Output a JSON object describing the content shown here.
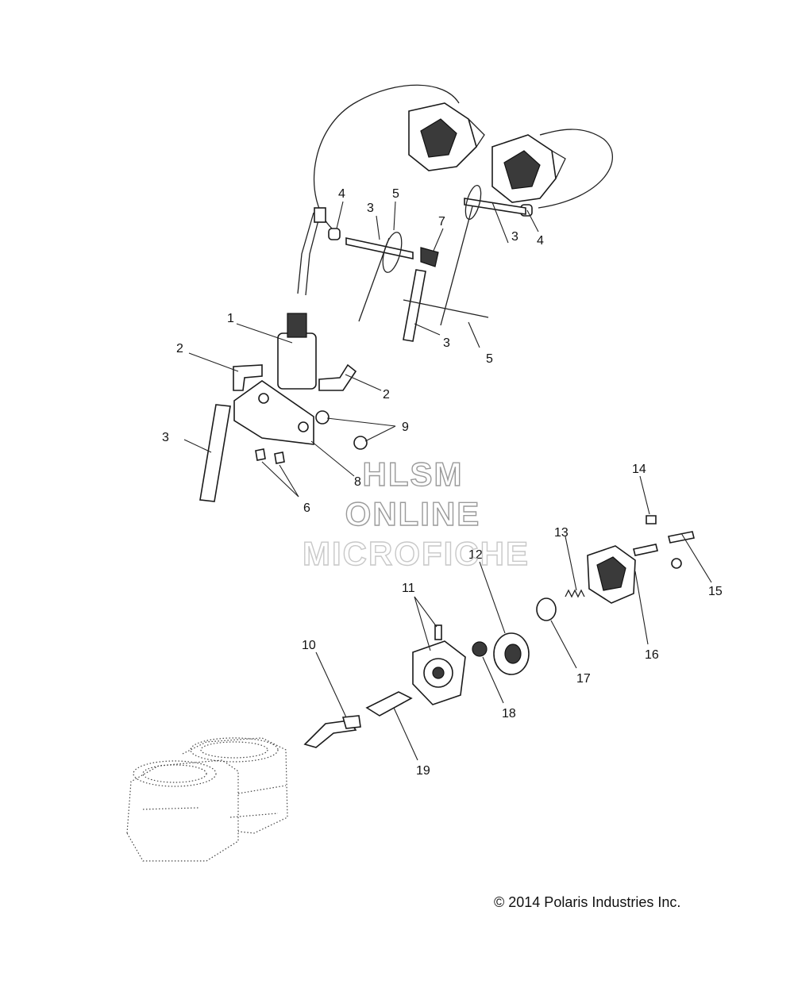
{
  "watermark": {
    "line1": "HLSM",
    "line2": "ONLINE",
    "line3": "MICROFICHE"
  },
  "copyright": "© 2014 Polaris Industries Inc.",
  "callouts": [
    {
      "id": "c1",
      "label": "1"
    },
    {
      "id": "c2a",
      "label": "2"
    },
    {
      "id": "c2b",
      "label": "2"
    },
    {
      "id": "c3a",
      "label": "3"
    },
    {
      "id": "c3b",
      "label": "3"
    },
    {
      "id": "c3c",
      "label": "3"
    },
    {
      "id": "c3d",
      "label": "3"
    },
    {
      "id": "c4a",
      "label": "4"
    },
    {
      "id": "c4b",
      "label": "4"
    },
    {
      "id": "c5a",
      "label": "5"
    },
    {
      "id": "c5b",
      "label": "5"
    },
    {
      "id": "c6",
      "label": "6"
    },
    {
      "id": "c7",
      "label": "7"
    },
    {
      "id": "c8",
      "label": "8"
    },
    {
      "id": "c9",
      "label": "9"
    },
    {
      "id": "c10",
      "label": "10"
    },
    {
      "id": "c11",
      "label": "11"
    },
    {
      "id": "c12",
      "label": "12"
    },
    {
      "id": "c13",
      "label": "13"
    },
    {
      "id": "c14",
      "label": "14"
    },
    {
      "id": "c15",
      "label": "15"
    },
    {
      "id": "c16",
      "label": "16"
    },
    {
      "id": "c17",
      "label": "17"
    },
    {
      "id": "c18",
      "label": "18"
    },
    {
      "id": "c19",
      "label": "19"
    }
  ]
}
